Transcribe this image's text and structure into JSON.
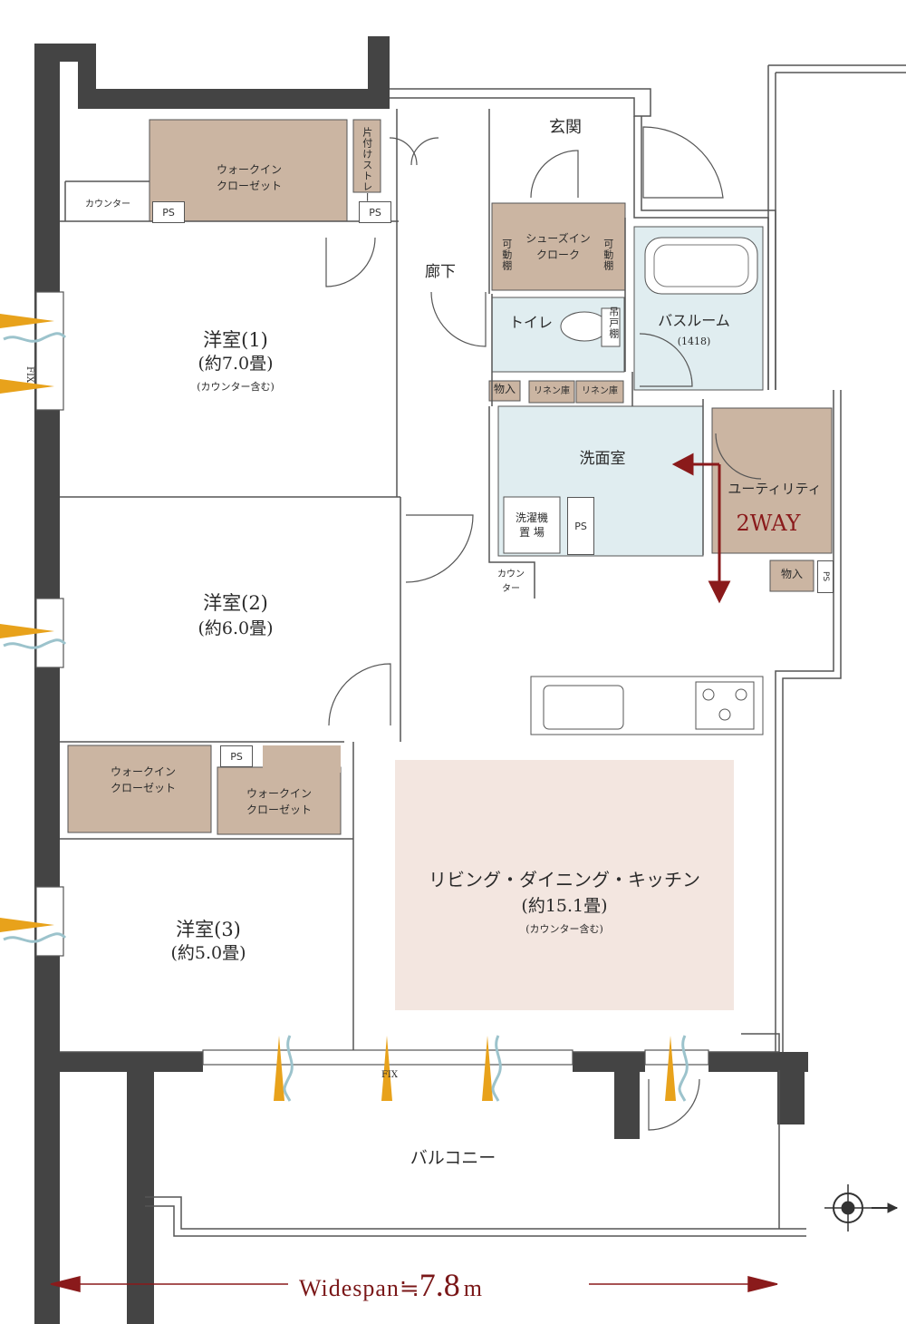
{
  "rooms": {
    "western1": {
      "name": "洋室(1)",
      "size": "(約7.0畳)",
      "note": "(カウンター含む)"
    },
    "western2": {
      "name": "洋室(2)",
      "size": "(約6.0畳)"
    },
    "western3": {
      "name": "洋室(3)",
      "size": "(約5.0畳)"
    },
    "ldk": {
      "name": "リビング・ダイニング・キッチン",
      "size": "(約15.1畳)",
      "note": "(カウンター含む)"
    },
    "bath": {
      "name": "バスルーム",
      "size": "(1418)"
    },
    "washroom": {
      "name": "洗面室"
    },
    "utility": {
      "name": "ユーティリティ"
    },
    "toilet": {
      "name": "トイレ"
    },
    "entrance": {
      "name": "玄関"
    },
    "corridor": {
      "name": "廊下"
    },
    "balcony": {
      "name": "バルコニー"
    }
  },
  "storage": {
    "wic_top": {
      "line1": "ウォークイン",
      "line2": "クローゼット"
    },
    "wic_left": {
      "line1": "ウォークイン",
      "line2": "クローゼット"
    },
    "wic_right": {
      "line1": "ウォークイン",
      "line2": "クローゼット"
    },
    "katazuke": "片付けストレージ",
    "shoes_in": {
      "line1": "シューズイン",
      "line2": "クローク"
    },
    "kado_left": "可動棚",
    "kado_right": "可動棚",
    "tsuridana": "吊戸棚",
    "linen1": "リネン庫",
    "linen2": "リネン庫",
    "mono1": "物入",
    "mono2": "物入",
    "counter_top": "カウンター",
    "counter_wash": {
      "line1": "カウン",
      "line2": "ター"
    },
    "laundry": {
      "line1": "洗濯機",
      "line2": "置 場"
    }
  },
  "ps": [
    "PS",
    "PS",
    "PS",
    "PS",
    "PS"
  ],
  "fix_left": "FIX",
  "fix_bottom": "FIX",
  "two_way": "2WAY",
  "widespan": {
    "label": "Widespan",
    "approx": "≒",
    "value": "7.8",
    "unit": "m"
  },
  "colors": {
    "wall": "#444444",
    "storage": "#cbb5a2",
    "wet": "#e0edf0",
    "ldk": "#f3e6e0",
    "accent": "#8a1a1b",
    "wind": "#e8a21b",
    "breeze": "#9cc3cc"
  }
}
